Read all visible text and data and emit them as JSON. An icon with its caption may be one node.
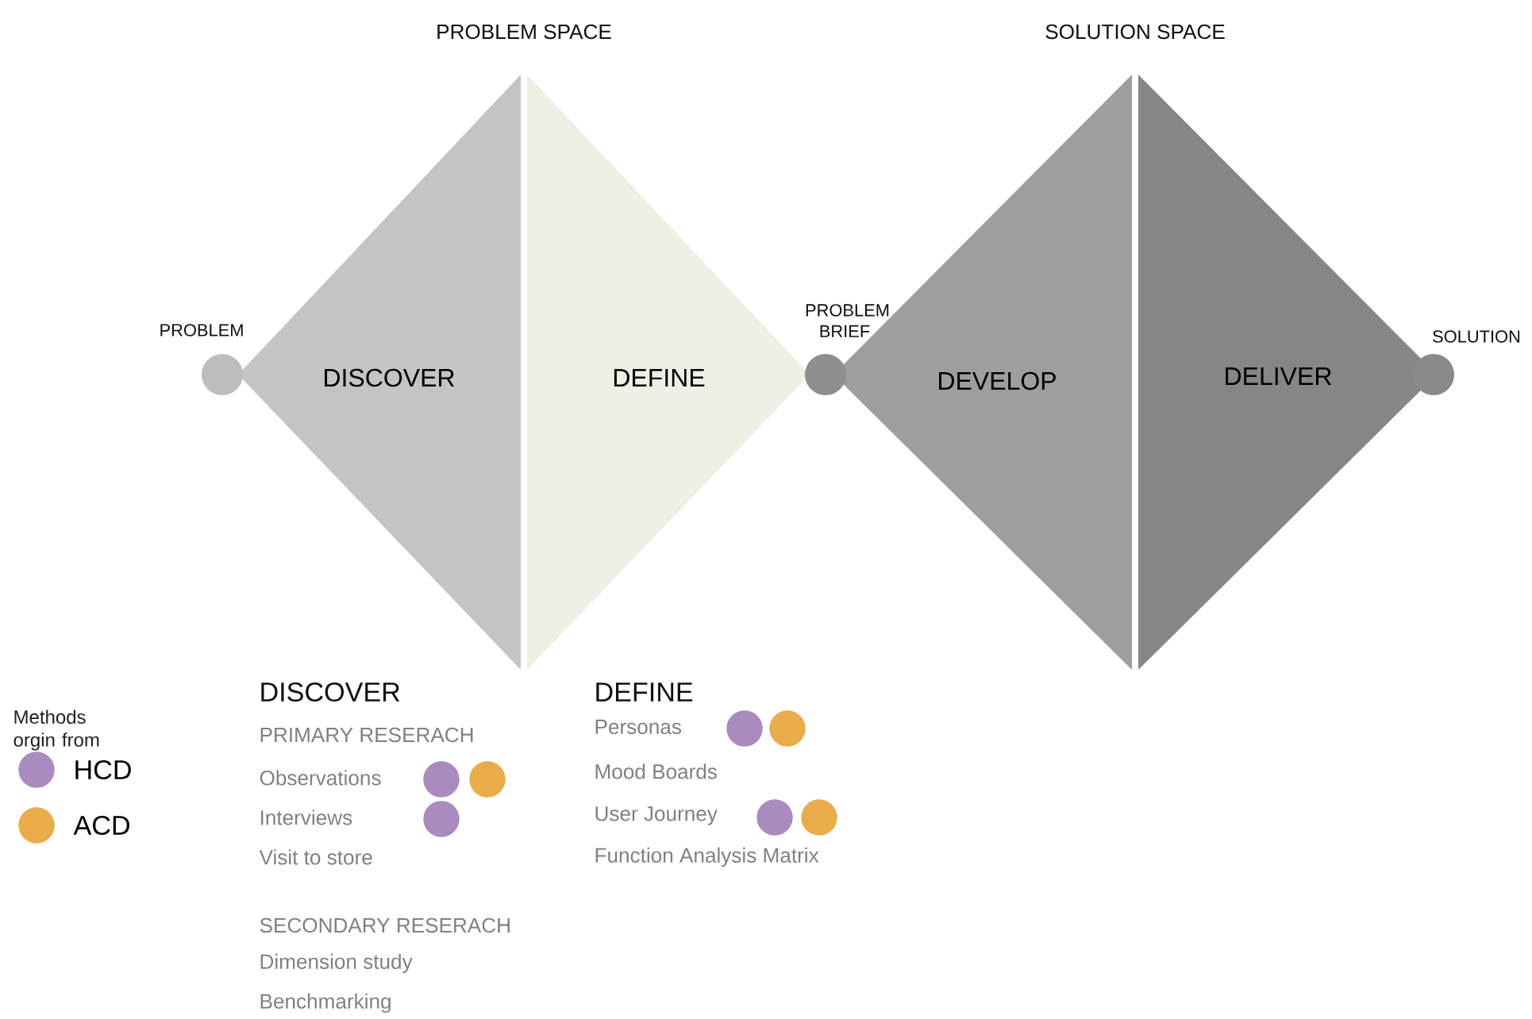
{
  "diagram": {
    "nodes": [
      {
        "text": [
          "DISCOVER"
        ]
      },
      {
        "text": [
          "DEFINE"
        ]
      },
      {
        "text": [
          "DEVELOP"
        ]
      },
      {
        "text": [
          "DELIVER"
        ]
      },
      {
        "text": [],
        "shape": "circle"
      },
      {
        "text": [],
        "shape": "circle"
      },
      {
        "text": [],
        "shape": "circle"
      }
    ],
    "labels": [
      "PROBLEM SPACE",
      "SOLUTION SPACE",
      "PROBLEM",
      "PROBLEM BRIEF",
      "SOLUTION",
      "Methods orgin from",
      "DISCOVER",
      "PRIMARY RESERACH",
      "Observations",
      "Interviews",
      "Visit to store",
      "SECONDARY RESERACH",
      "Dimension study",
      "Benchmarking",
      "DEFINE",
      "Personas",
      "Mood Boards",
      "User Journey",
      "Function Analysis Matrix"
    ],
    "legend": [
      {
        "text": "HCD",
        "color": "#a98bc0"
      },
      {
        "text": "ACD",
        "color": "#e8ac4a"
      }
    ]
  }
}
